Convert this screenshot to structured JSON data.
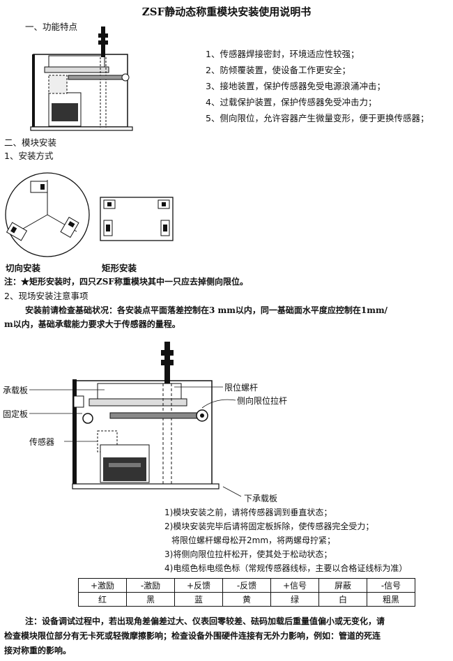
{
  "title": "ZSF静动态称重模块安装使用说明书",
  "section1": {
    "heading": "一、功能特点",
    "features": [
      "1、传感器焊接密封，环境适应性较强；",
      "2、防倾覆装置，使设备工作更安全；",
      "3、接地装置，保护传感器免受电源浪涌冲击；",
      "4、过载保护装置，保护传感器免受冲击力；",
      "5、侧向限位，允许容器产生微量变形，便于更换传感器；"
    ]
  },
  "section2": {
    "heading": "二、模块安装",
    "sub1": "1、安装方式",
    "caption_tangent": "切向安装",
    "caption_rect": "矩形安装",
    "note1": "注：★矩形安装时，四只ZSF称重模块其中一只应去掉侧向限位。",
    "sub2": "2、现场安装注意事项",
    "para_line1": "安装前请检查基础状况：各安装点平面落差控制在3 mm以内，同一基础面水平度应控制在1mm/",
    "para_line2": "m以内，基础承载能力要求大于传感器的量程。"
  },
  "diagram_labels": {
    "load_plate": "承载板",
    "fixing_plate": "固定板",
    "sensor": "传感器",
    "limit_screw": "限位螺杆",
    "side_rod": "侧向限位拉杆",
    "bottom_plate": "下承载板"
  },
  "steps": {
    "s1": "1)模块安装之前，请将传感器调到垂直状态；",
    "s2": "2)模块安装完毕后请将固定板拆除，使传感器完全受力；",
    "s2b": "将限位螺杆螺母松开2mm，将两螺母拧紧；",
    "s3": "3)将侧向限位拉杆松开，使其处于松动状态；",
    "s4": "4)电缆色标电缆色标（常规传感器线标，主要以合格证线标为准）"
  },
  "cable_table": {
    "headers": [
      "+激励",
      "-激励",
      "+反馈",
      "-反馈",
      "+信号",
      "屏蔽",
      "-信号"
    ],
    "colors": [
      "红",
      "黑",
      "蓝",
      "黄",
      "绿",
      "白",
      "粗黑"
    ]
  },
  "final_note": {
    "line1": "注：设备调试过程中，若出现角差偏差过大、仪表回零较差、砝码加载后重量值偏小或无变化，请",
    "line2": "检查模块限位部分有无卡死或轻微摩擦影响；检查设备外围硬件连接有无外力影响，例如：管道的死连",
    "line3": "接对称重的影响。"
  }
}
